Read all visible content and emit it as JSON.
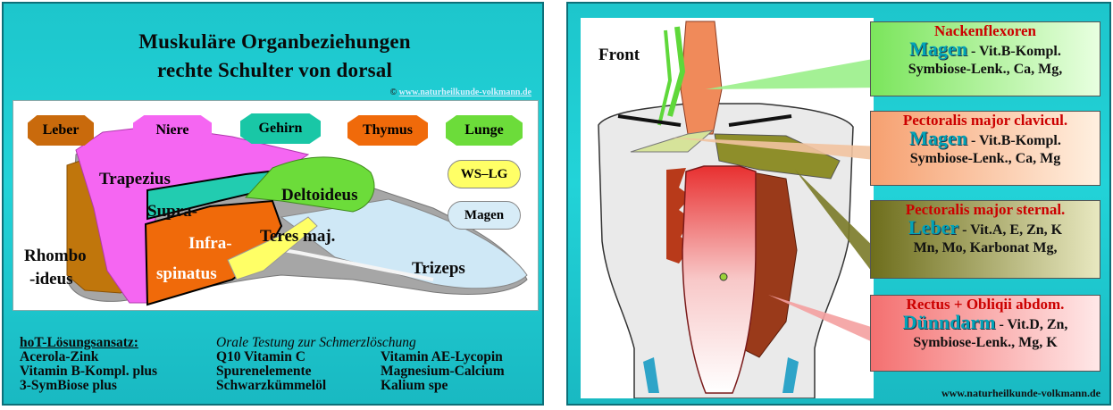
{
  "left": {
    "title_line1": "Muskuläre Organbeziehungen",
    "title_line2": "rechte Schulter von dorsal",
    "copyright_symbol": "©",
    "copyright_link": "www.naturheilkunde-volkmann.de",
    "organ_keys": [
      {
        "label": "Leber",
        "color": "#c96a0c"
      },
      {
        "label": "Niere",
        "color": "#f566f2"
      },
      {
        "label": "Gehirn",
        "color": "#19c7a6"
      },
      {
        "label": "Thymus",
        "color": "#f06a0a"
      },
      {
        "label": "Lunge",
        "color": "#6cdc3a"
      }
    ],
    "extra_keys": [
      {
        "label": "WS–LG",
        "color": "#ffff66"
      },
      {
        "label": "Magen",
        "color": "#d7ecf7"
      }
    ],
    "muscles": {
      "trapezius": "Trapezius",
      "supra": "Supra-",
      "deltoideus": "Deltoideus",
      "infra1": "Infra-",
      "infra2": "spinatus",
      "teres": "Teres maj.",
      "rhombo1": "Rhombo",
      "rhombo2": "-ideus",
      "trizeps": "Trizeps"
    },
    "solution": {
      "heading": "hoT-Lösungsansatz:",
      "col1": [
        "Acerola-Zink",
        "Vitamin B-Kompl. plus",
        "3-SymBiose plus"
      ],
      "italic_heading": "Orale Testung zur Schmerzlöschung",
      "col2": [
        "Q10 Vitamin C",
        "Spurenelemente",
        "Schwarzkümmelöl"
      ],
      "col3": [
        "Vitamin AE-Lycopin",
        "Magnesium-Calcium",
        "Kalium spe"
      ]
    }
  },
  "right": {
    "front_label": "Front",
    "callouts": [
      {
        "heading": "Nackenflexoren",
        "organ": "Magen",
        "line1_rest": " - Vit.B-Kompl.",
        "line2": "Symbiose-Lenk., Ca, Mg,"
      },
      {
        "heading": "Pectoralis major clavicul.",
        "organ": "Magen",
        "line1_rest": " - Vit.B-Kompl.",
        "line2": "Symbiose-Lenk., Ca, Mg"
      },
      {
        "heading": "Pectoralis major sternal.",
        "organ": "Leber",
        "line1_rest": " - Vit.A, E, Zn, K",
        "line2": "Mn, Mo, Karbonat Mg,"
      },
      {
        "heading": "Rectus + Obliqii abdom.",
        "organ": "Dünndarm",
        "line1_rest": " - Vit.D, Zn,",
        "line2": "Symbiose-Lenk., Mg, K"
      }
    ],
    "website": "www.naturheilkunde-volkmann.de"
  }
}
